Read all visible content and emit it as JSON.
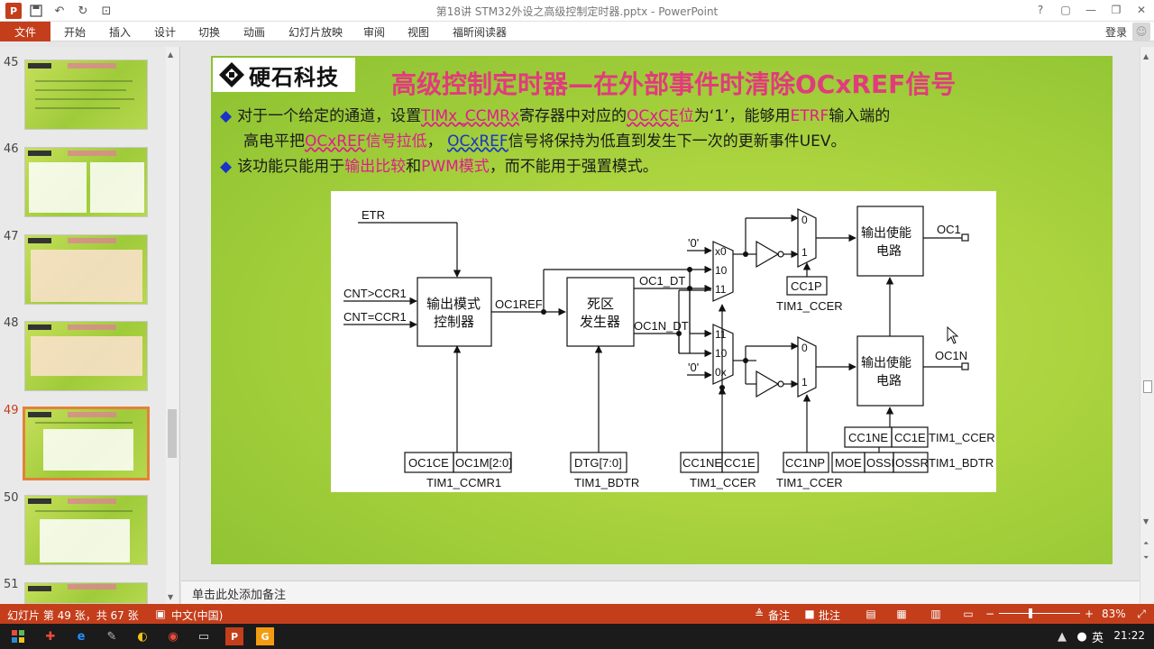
{
  "window": {
    "title": "第18讲 STM32外设之高级控制定时器.pptx - PowerPoint",
    "app_logo": "P",
    "controls": [
      "?",
      "▢",
      "—",
      "❐",
      "✕"
    ]
  },
  "ribbon": {
    "file_tab": "文件",
    "tabs": [
      "开始",
      "插入",
      "设计",
      "切换",
      "动画",
      "幻灯片放映",
      "审阅",
      "视图",
      "福昕阅读器"
    ],
    "login": "登录"
  },
  "slide_panel": {
    "thumbnails": [
      {
        "num": "45",
        "selected": false
      },
      {
        "num": "46",
        "selected": false
      },
      {
        "num": "47",
        "selected": false
      },
      {
        "num": "48",
        "selected": false
      },
      {
        "num": "49",
        "selected": true
      },
      {
        "num": "50",
        "selected": false
      },
      {
        "num": "51",
        "selected": false
      }
    ]
  },
  "slide": {
    "logo_text": "硬石科技",
    "title": "高级控制定时器—在外部事件时清除OCxREF信号",
    "p1_a": "对于一个给定的通道，设置",
    "p1_b": "TIMx_CCMRx",
    "p1_c": "寄存器中对应的",
    "p1_d": "OCxCE",
    "p1_e": "位",
    "p1_f": "为‘1’，能够用",
    "p1_g": "ETRF",
    "p1_h": "输入端的",
    "p2_a": "高电平把",
    "p2_b": "OCxREF",
    "p2_c": "信号拉低",
    "p2_d": "，",
    "p2_e": "OCxREF",
    "p2_f": "信号将保持为低直到发生下一次的更新事件UEV。",
    "p3_a": "该功能只能用于",
    "p3_b": "输出比较",
    "p3_c": "和",
    "p3_d": "PWM模式",
    "p3_e": "，而不能用于强置模式。",
    "diagram": {
      "etr": "ETR",
      "cnt_gt": "CNT>CCR1",
      "cnt_eq": "CNT=CCR1",
      "ctrl_1": "输出模式",
      "ctrl_2": "控制器",
      "oc1ref": "OC1REF",
      "dz_1": "死区",
      "dz_2": "发生器",
      "oc1_dt": "OC1_DT",
      "oc1n_dt": "OC1N_DT",
      "zero_q1": "'0'",
      "zero_q2": "'0'",
      "mux_top": [
        "x0",
        "10",
        "11"
      ],
      "mux_bot": [
        "11",
        "10",
        "0x"
      ],
      "sel0": "0",
      "sel1": "1",
      "out_en_1": "输出使能",
      "out_en_2": "电路",
      "oc1": "OC1",
      "oc1n": "OC1N",
      "cc1p": "CC1P",
      "tim1_ccer": "TIM1_CCER",
      "cc1ne": "CC1NE",
      "cc1e": "CC1E",
      "oc1ce": "OC1CE",
      "oc1m": "OC1M[2:0]",
      "tim1_ccmr1": "TIM1_CCMR1",
      "dtg": "DTG[7:0]",
      "tim1_bdtr": "TIM1_BDTR",
      "cc1np": "CC1NP",
      "moe": "MOE",
      "ossi": "OSSI",
      "ossr": "OSSR"
    }
  },
  "notes": {
    "placeholder": "单击此处添加备注"
  },
  "status": {
    "slide_info": "幻灯片 第 49 张，共 67 张",
    "lang": "中文(中国)",
    "notes_btn": "备注",
    "comments_btn": "批注",
    "zoom": "83%",
    "zoom_fraction": 0.39
  },
  "taskbar": {
    "ime": "英",
    "clock": "21:22"
  }
}
